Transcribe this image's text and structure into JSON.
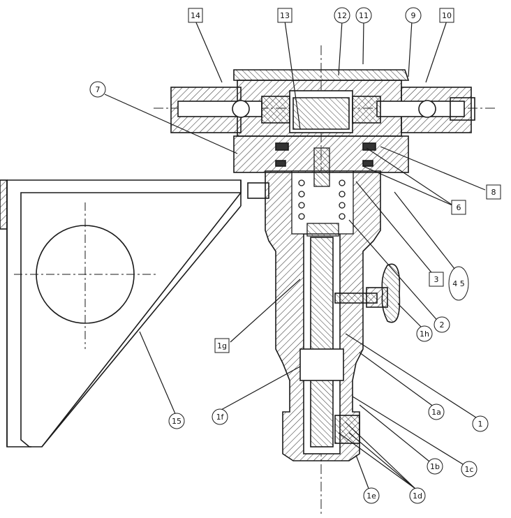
{
  "drawing": {
    "line_color": "#1a1a1a",
    "hatch_color": "#333333",
    "background": "#ffffff"
  },
  "callouts": [
    {
      "id": "c14",
      "label": "14",
      "shape": "square"
    },
    {
      "id": "c13",
      "label": "13",
      "shape": "square"
    },
    {
      "id": "c12",
      "label": "12",
      "shape": "circle"
    },
    {
      "id": "c11",
      "label": "11",
      "shape": "circle"
    },
    {
      "id": "c9",
      "label": "9",
      "shape": "circle"
    },
    {
      "id": "c10",
      "label": "10",
      "shape": "square"
    },
    {
      "id": "c7",
      "label": "7",
      "shape": "circle"
    },
    {
      "id": "c8",
      "label": "8",
      "shape": "square"
    },
    {
      "id": "c6",
      "label": "6",
      "shape": "square"
    },
    {
      "id": "c45",
      "label": "4 5",
      "shape": "oval"
    },
    {
      "id": "c3",
      "label": "3",
      "shape": "square"
    },
    {
      "id": "c2",
      "label": "2",
      "shape": "circle"
    },
    {
      "id": "c1h",
      "label": "1h",
      "shape": "circle"
    },
    {
      "id": "c1g",
      "label": "1g",
      "shape": "square"
    },
    {
      "id": "c1",
      "label": "1",
      "shape": "circle"
    },
    {
      "id": "c1a",
      "label": "1a",
      "shape": "circle"
    },
    {
      "id": "c1f",
      "label": "1f",
      "shape": "circle"
    },
    {
      "id": "c15",
      "label": "15",
      "shape": "circle"
    },
    {
      "id": "c1b",
      "label": "1b",
      "shape": "circle"
    },
    {
      "id": "c1c",
      "label": "1c",
      "shape": "circle"
    },
    {
      "id": "c1d",
      "label": "1d",
      "shape": "circle"
    },
    {
      "id": "c1e",
      "label": "1e",
      "shape": "circle"
    }
  ]
}
